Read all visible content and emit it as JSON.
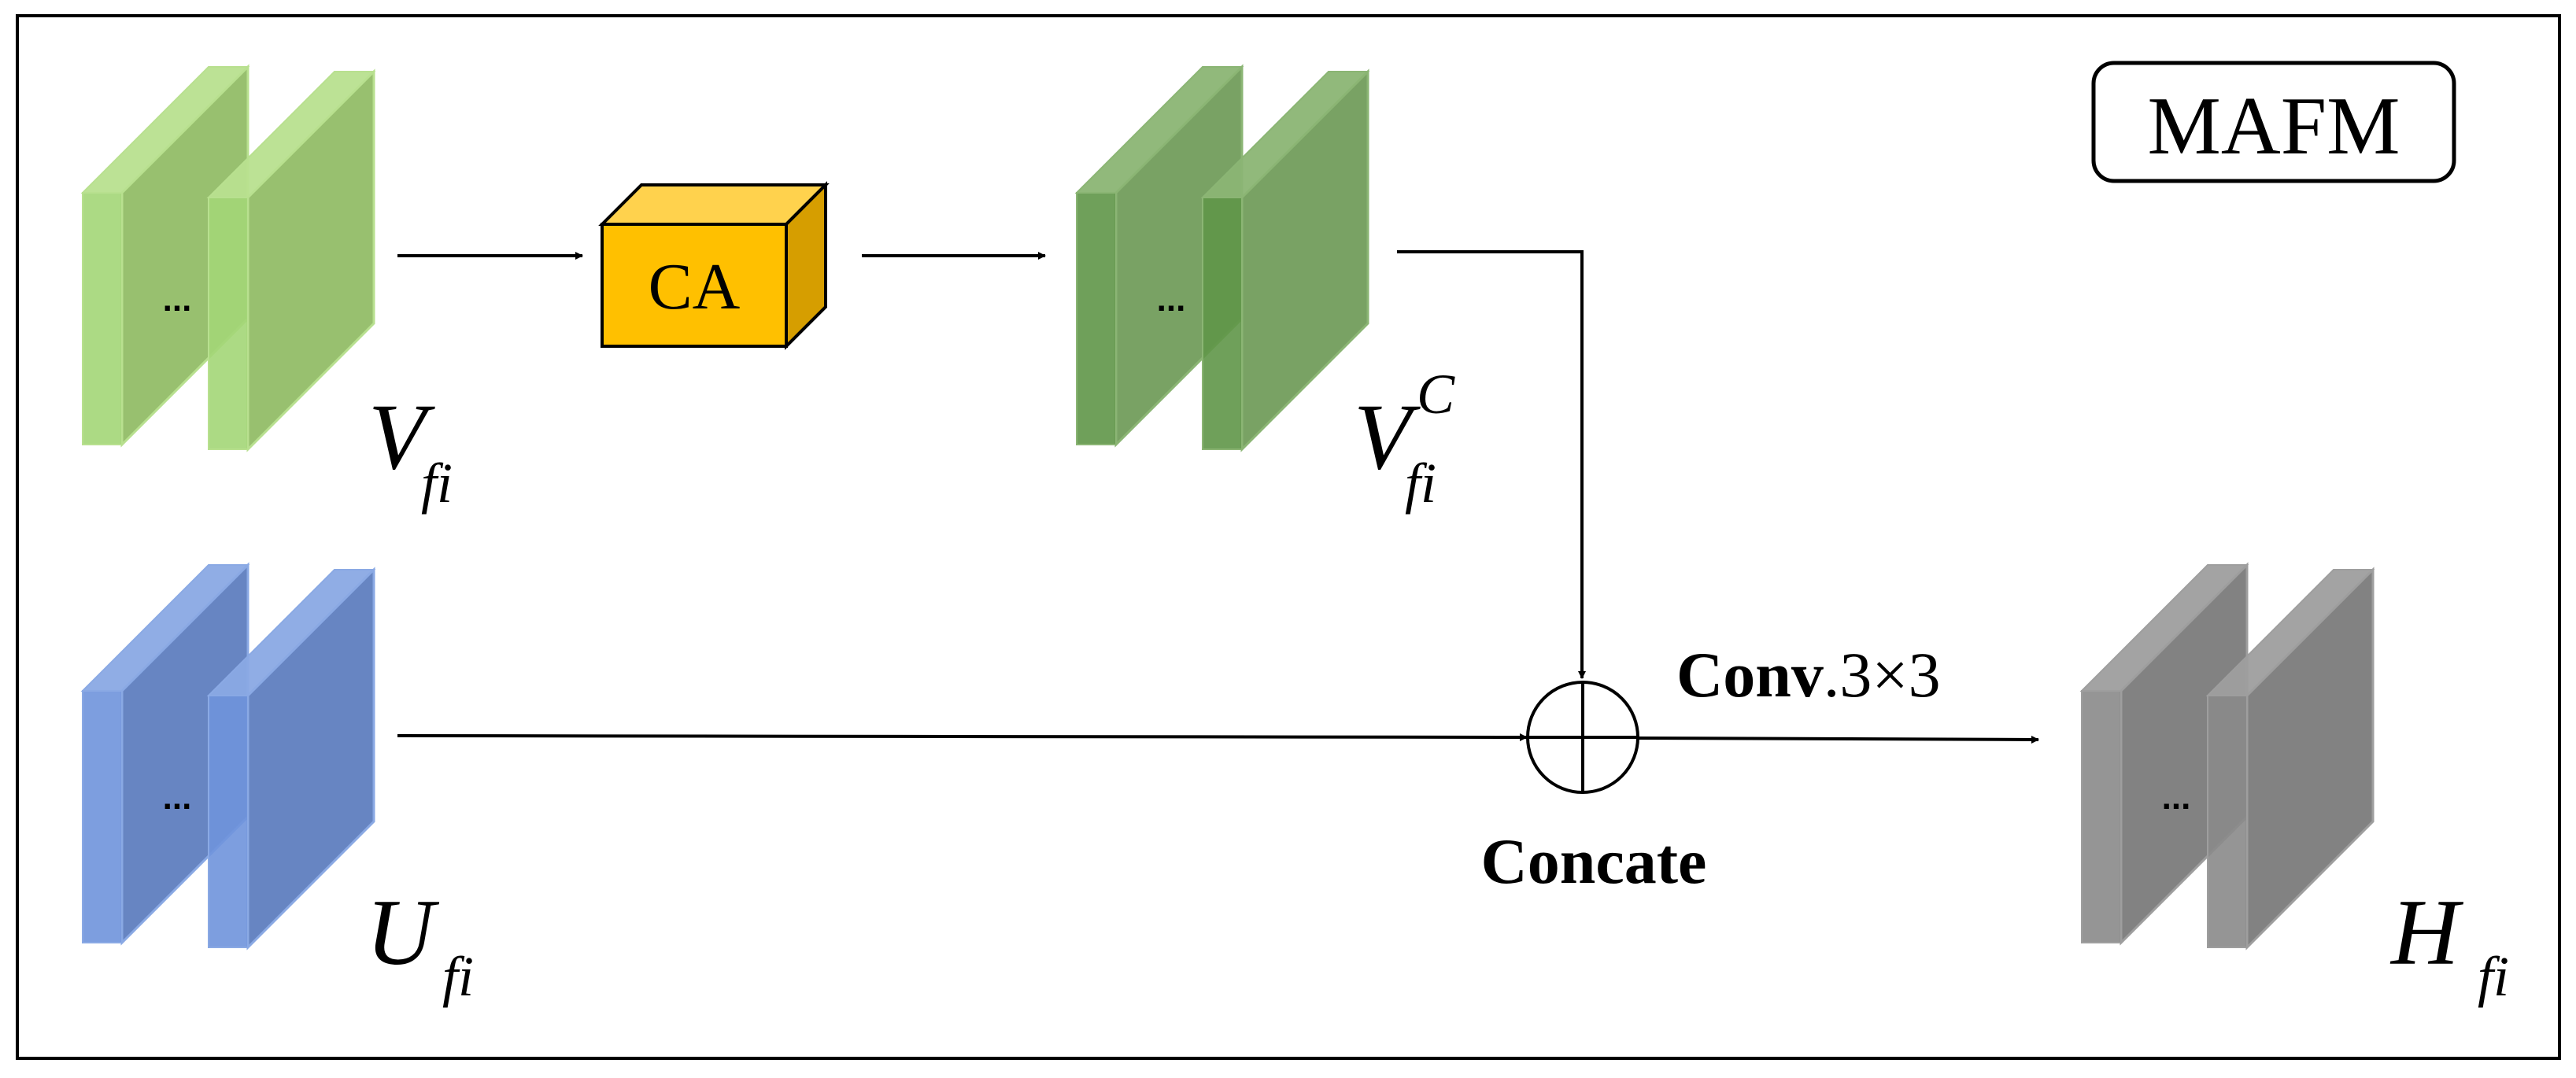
{
  "title": "MAFM",
  "ca_label": "CA",
  "dots": "...",
  "concat_label": "Concate",
  "conv": {
    "bold_part": "Conv",
    "rest_part": ".3×3"
  },
  "labels": {
    "v": {
      "main": "V",
      "sub": "fi"
    },
    "vc": {
      "main": "V",
      "sub": "fi",
      "sup": "C"
    },
    "u": {
      "main": "U",
      "sub": "fi"
    },
    "h": {
      "main": "H",
      "sub": "fi"
    }
  },
  "colors": {
    "green_light_front": "#a3d677",
    "green_light_face": "#8fbb63",
    "green_light_top": "#b8e08f",
    "green_dark_front": "#5f9648",
    "green_dark_face": "#6e9a57",
    "green_dark_top": "#8bb574",
    "blue_front": "#6f94db",
    "blue_face": "#5a7bbd",
    "blue_top": "#8aa9e4",
    "gray_front": "#8a8a8a",
    "gray_face": "#777777",
    "gray_top": "#9e9e9e",
    "ca_front": "#ffc000",
    "ca_top": "#ffd24d",
    "ca_side": "#d69e00"
  }
}
